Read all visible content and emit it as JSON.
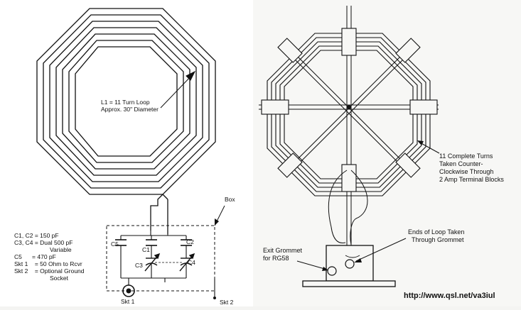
{
  "left_panel": {
    "coil_label_line1": "L1 = 11 Turn Loop",
    "coil_label_line2": "Approx. 30\" Diameter",
    "box_label": "Box",
    "parts": {
      "c1_c2": "C1, C2 = 150 pF",
      "c3_c4_line1": "C3, C4 = Dual 500 pF",
      "c3_c4_line2": "Variable",
      "c5": "C5      = 470 pF",
      "skt1": "Skt 1    = 50 Ohm to Rcvr",
      "skt2_line1": "Skt 2    = Optional Ground",
      "skt2_line2": "Socket"
    },
    "component_labels": {
      "c5": "C5",
      "c1": "C1",
      "c2": "C2",
      "c3": "C3",
      "c4": "C4",
      "skt1": "Skt 1",
      "skt2": "Skt 2"
    }
  },
  "right_panel": {
    "turns_note_line1": "11 Complete Turns",
    "turns_note_line2": "Taken Counter-",
    "turns_note_line3": "Clockwise Through",
    "turns_note_line4": "2 Amp Terminal Blocks",
    "ends_note_line1": "Ends of Loop Taken",
    "ends_note_line2": "Through Grommet",
    "grommet_line1": "Exit Grommet",
    "grommet_line2": "for RG58",
    "url": "http://www.qsl.net/va3iul"
  },
  "colors": {
    "ink": "#111111",
    "paper": "#ffffff",
    "paper_right": "#f7f7f5"
  },
  "icons": [
    "spiral-coil-icon",
    "capacitor-icon",
    "variable-capacitor-icon",
    "socket-icon",
    "antenna-frame-icon"
  ]
}
